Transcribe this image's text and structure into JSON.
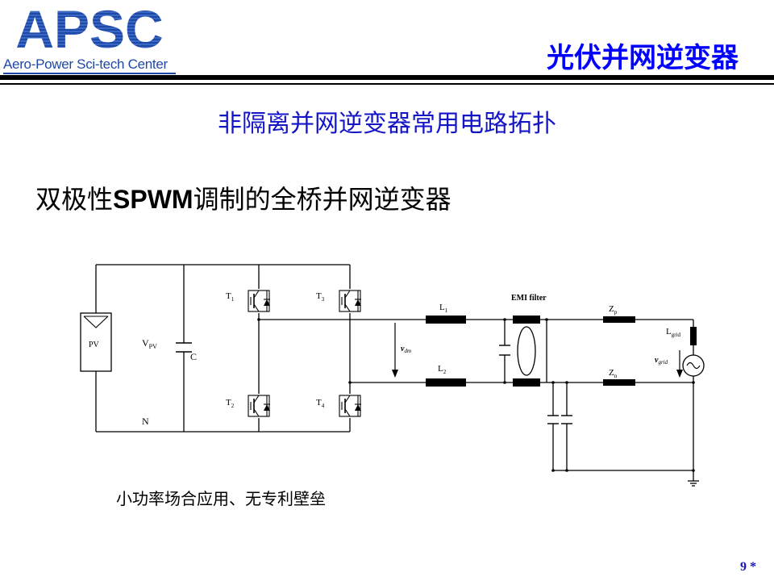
{
  "header": {
    "logo_text": "APSC",
    "logo_subtitle": "Aero-Power Sci-tech Center",
    "title": "光伏并网逆变器"
  },
  "slide": {
    "subtitle": "非隔离并网逆变器常用电路拓扑",
    "topic_prefix": "双极性",
    "topic_bold": "SPWM",
    "topic_suffix": "调制的全桥并网逆变器",
    "note": "小功率场合应用、无专利壁垒",
    "page_number": "9 *"
  },
  "diagram": {
    "pv": "PV",
    "vpv_main": "V",
    "vpv_sub": "PV",
    "capacitor": "C",
    "neutral": "N",
    "t1": "T",
    "t1_sub": "1",
    "t2": "T",
    "t2_sub": "2",
    "t3": "T",
    "t3_sub": "3",
    "t4": "T",
    "t4_sub": "4",
    "vdm_main": "v",
    "vdm_sub": "dm",
    "l1": "L",
    "l1_sub": "1",
    "l2": "L",
    "l2_sub": "2",
    "emi": "EMI filter",
    "zp": "Z",
    "zp_sub": "p",
    "zn": "Z",
    "zn_sub": "n",
    "lgrid": "L",
    "lgrid_sub": "grid",
    "vgrid_main": "v",
    "vgrid_sub": "grid"
  },
  "colors": {
    "logo_blue": "#1f49a6",
    "title_blue": "#0000ff",
    "subtitle_blue": "#1515c8"
  }
}
